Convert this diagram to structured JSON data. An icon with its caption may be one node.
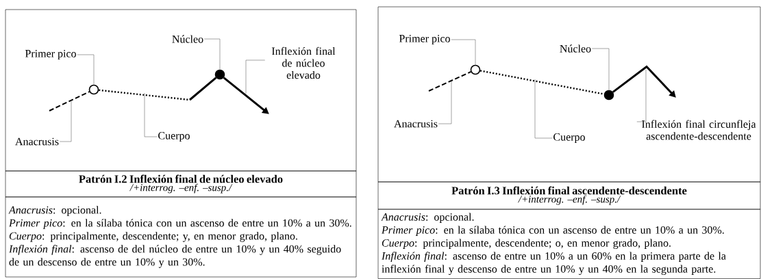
{
  "diagram": {
    "nodes": [
      {
        "text": [],
        "shape": "box"
      },
      {
        "text": [
          "Primer pico"
        ],
        "in": 0
      },
      {
        "text": [
          "Núcleo"
        ],
        "in": 0
      },
      {
        "text": [
          "Inflexión final de núcleo elevado"
        ],
        "in": 0
      },
      {
        "text": [
          "Anacrusis"
        ],
        "in": 0
      },
      {
        "text": [
          "Cuerpo"
        ],
        "in": 0
      },
      {
        "text": [],
        "shape": "circle",
        "in": 0
      },
      {
        "text": [],
        "shape": "dot",
        "in": 0
      },
      {
        "text": [
          "Patrón I.2 Inflexión final de núcleo elevado",
          "/+interrog. –enf. –susp./"
        ]
      },
      {
        "text": [
          "*Anacrusis*: opcional.",
          "*Primer pico*: en la sílaba tónica con un ascenso de entre un 10% a un 30%.",
          "*Cuerpo*: principalmente, descendente; y, en menor grado, plano.",
          "*Inflexión final*: ascenso de del núcleo de entre un 10% y un 40% seguido de un descenso de entre un 10% y un 30%."
        ]
      },
      {
        "text": [],
        "shape": "box"
      },
      {
        "text": [
          "Primer pico"
        ],
        "in": 10
      },
      {
        "text": [
          "Núcleo"
        ],
        "in": 10
      },
      {
        "text": [
          "Anacrusis"
        ],
        "in": 10
      },
      {
        "text": [
          "Cuerpo"
        ],
        "in": 10
      },
      {
        "text": [
          "Inflexión final circunfleja ascendente-descendente"
        ],
        "in": 10
      },
      {
        "text": [],
        "shape": "circle",
        "in": 10
      },
      {
        "text": [],
        "shape": "dot",
        "in": 10
      },
      {
        "text": [
          "Patrón I.3 Inflexión final ascendente-descendente",
          "/+interrog. –enf. –susp./"
        ]
      },
      {
        "text": [
          "*Anacrusis*: opcional.",
          "*Primer pico*: en la sílaba tónica con un ascenso de entre un 10% a un 30%.",
          "*Cuerpo*: principalmente, descendente; o, en menor grado, plano.",
          "*Inflexión final*: ascenso de entre un 10% a un 60% en la primera parte de la inflexión final y descenso de entre un 10% y un 40% en la segunda parte."
        ]
      }
    ],
    "edges": [
      {
        "from": 1,
        "to": 6,
        "arrow": "none"
      },
      {
        "from": 2,
        "to": 7,
        "arrow": "none"
      },
      {
        "from": 3,
        "to": null,
        "arrow": "none"
      },
      {
        "from": 4,
        "to": null,
        "arrow": "none"
      },
      {
        "from": 5,
        "to": null,
        "arrow": "none"
      },
      {
        "from": 11,
        "to": 16,
        "arrow": "none"
      },
      {
        "from": 12,
        "to": 17,
        "arrow": "none"
      },
      {
        "from": 13,
        "to": null,
        "arrow": "none"
      },
      {
        "from": 14,
        "to": null,
        "arrow": "none"
      },
      {
        "from": 15,
        "to": null,
        "arrow": "none"
      },
      {
        "from": null,
        "to": 6,
        "arrow": "none",
        "style": "dashed",
        "color": "#000000"
      },
      {
        "from": 6,
        "to": null,
        "arrow": "none",
        "style": "dashed",
        "color": "#000000"
      },
      {
        "from": null,
        "to": 7,
        "arrow": "none",
        "style": "thick",
        "color": "#000000"
      },
      {
        "from": 7,
        "to": null,
        "arrow": "to",
        "style": "thick",
        "color": "#000000"
      },
      {
        "from": null,
        "to": 16,
        "arrow": "none",
        "style": "dashed",
        "color": "#000000"
      },
      {
        "from": 16,
        "to": 17,
        "arrow": "none",
        "style": "dashed",
        "color": "#000000"
      },
      {
        "from": 17,
        "to": null,
        "arrow": "to",
        "style": "thick",
        "color": "#000000"
      }
    ]
  }
}
